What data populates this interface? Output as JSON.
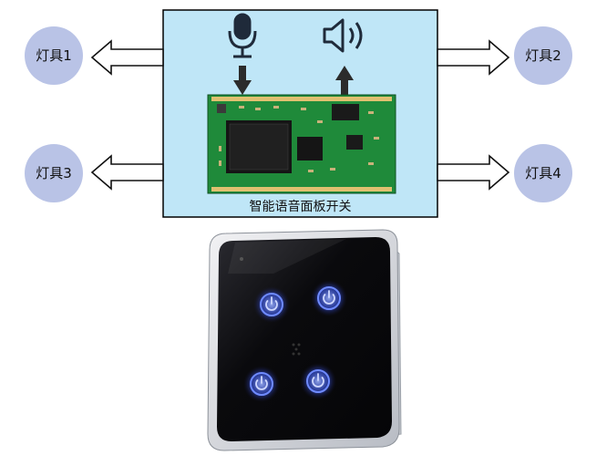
{
  "diagram": {
    "panel_caption": "智能语音面板开关",
    "lamps": [
      {
        "label": "灯具1"
      },
      {
        "label": "灯具2"
      },
      {
        "label": "灯具3"
      },
      {
        "label": "灯具4"
      }
    ],
    "icons": {
      "input": "microphone-icon",
      "output": "speaker-icon"
    },
    "colors": {
      "panel_bg": "#bfe6f7",
      "lamp_circle": "#b9c3e6",
      "pcb_green": "#1f8a3a",
      "switch_black": "#0c0c0f",
      "button_glow": "#4a6cff"
    }
  }
}
